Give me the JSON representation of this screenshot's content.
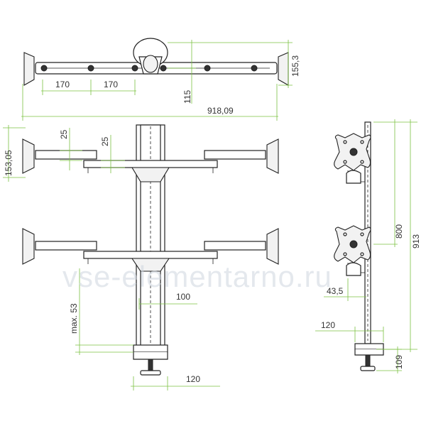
{
  "watermark": "vse-elementarno.ru",
  "dimensions": {
    "top_span_170_left": "170",
    "top_span_170_right": "170",
    "top_height": "155,3",
    "top_offset": "115",
    "top_total_width": "918,09",
    "arm_offset_25_a": "25",
    "arm_offset_25_b": "25",
    "arm_height": "153,05",
    "pole_depth": "100",
    "clamp_max": "max. 53",
    "base_width": "120",
    "side_pole_height": "800",
    "side_total_height": "913",
    "side_offset": "43,5",
    "side_base_width": "120",
    "side_base_height": "109"
  },
  "colors": {
    "dimension_line": "#7cc242",
    "outline": "#222222",
    "watermark": "#cfd6df"
  }
}
